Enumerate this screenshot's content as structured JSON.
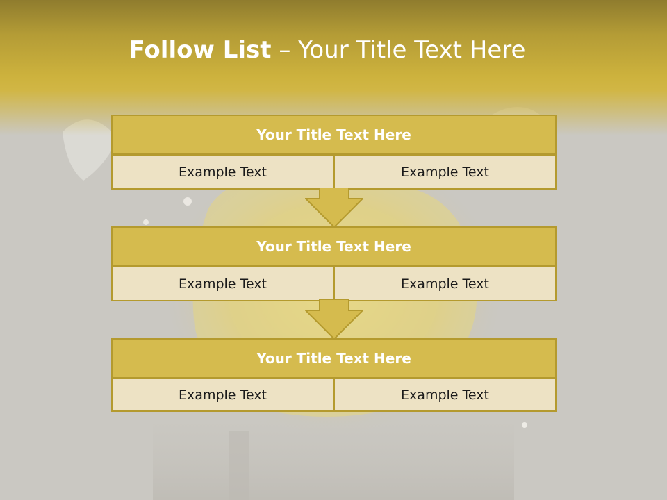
{
  "slide": {
    "title_strong": "Follow List",
    "title_rest": "  – Your Title Text Here"
  },
  "blocks": [
    {
      "title": "Your Title Text Here",
      "left_text": "Example Text",
      "right_text": "Example Text"
    },
    {
      "title": "Your Title Text Here",
      "left_text": "Example Text",
      "right_text": "Example Text"
    },
    {
      "title": "Your Title Text Here",
      "left_text": "Example Text",
      "right_text": "Example Text"
    }
  ],
  "colors": {
    "header_gold": "#d1b645",
    "box_title_fill": "#d5bb4e",
    "box_cell_fill": "#ede2c4",
    "box_border": "#b49a2e",
    "background_grey": "#cac8c2"
  },
  "icons": [
    "down-arrow-icon",
    "down-arrow-icon"
  ]
}
